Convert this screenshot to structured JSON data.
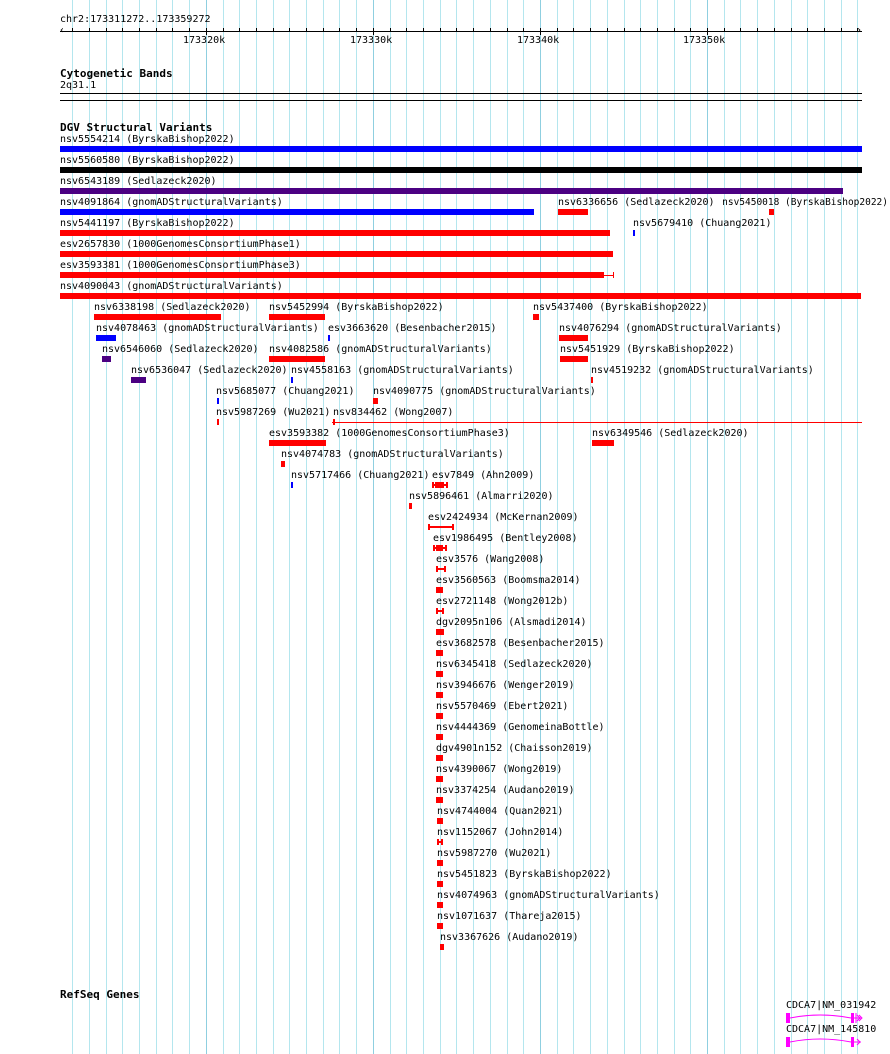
{
  "ruler": {
    "location": "chr2:173311272..173359272",
    "ticks": [
      "173320k",
      "173330k",
      "173340k",
      "173350k"
    ]
  },
  "cytobands": {
    "title": "Cytogenetic Bands",
    "band": "2q31.1"
  },
  "dgv": {
    "title": "DGV Structural Variants",
    "colors": {
      "red": "#ff0000",
      "blue": "#0000ff",
      "black": "#000000",
      "indigo": "#4b0082"
    },
    "variants": [
      {
        "label": "nsv5554214 (ByrskaBishop2022)",
        "color": "#0000ff"
      },
      {
        "label": "nsv5560580 (ByrskaBishop2022)",
        "color": "#000000"
      },
      {
        "label": "nsv6543189 (Sedlazeck2020)",
        "color": "#4b0082"
      },
      {
        "label": "nsv4091864 (gnomADStructuralVariants)",
        "color": "#0000ff"
      },
      {
        "label": "nsv6336656 (Sedlazeck2020)",
        "color": "#ff0000"
      },
      {
        "label": "nsv5450018 (ByrskaBishop2022)",
        "color": "#ff0000"
      },
      {
        "label": "nsv5441197 (ByrskaBishop2022)",
        "color": "#ff0000"
      },
      {
        "label": "nsv5679410 (Chuang2021)",
        "color": "#0000ff"
      },
      {
        "label": "esv2657830 (1000GenomesConsortiumPhase1)",
        "color": "#ff0000"
      },
      {
        "label": "esv3593381 (1000GenomesConsortiumPhase3)",
        "color": "#ff0000"
      },
      {
        "label": "nsv4090043 (gnomADStructuralVariants)",
        "color": "#ff0000"
      },
      {
        "label": "nsv6338198 (Sedlazeck2020)",
        "color": "#ff0000"
      },
      {
        "label": "nsv5452994 (ByrskaBishop2022)",
        "color": "#ff0000"
      },
      {
        "label": "nsv5437400 (ByrskaBishop2022)",
        "color": "#ff0000"
      },
      {
        "label": "nsv4078463 (gnomADStructuralVariants)",
        "color": "#0000ff"
      },
      {
        "label": "esv3663620 (Besenbacher2015)",
        "color": "#0000ff"
      },
      {
        "label": "nsv4076294 (gnomADStructuralVariants)",
        "color": "#ff0000"
      },
      {
        "label": "nsv6546060 (Sedlazeck2020)",
        "color": "#4b0082"
      },
      {
        "label": "nsv4082586 (gnomADStructuralVariants)",
        "color": "#ff0000"
      },
      {
        "label": "nsv5451929 (ByrskaBishop2022)",
        "color": "#ff0000"
      },
      {
        "label": "nsv6536047 (Sedlazeck2020)",
        "color": "#4b0082"
      },
      {
        "label": "nsv4558163 (gnomADStructuralVariants)",
        "color": "#0000ff"
      },
      {
        "label": "nsv4519232 (gnomADStructuralVariants)",
        "color": "#ff0000"
      },
      {
        "label": "nsv5685077 (Chuang2021)",
        "color": "#0000ff"
      },
      {
        "label": "nsv4090775 (gnomADStructuralVariants)",
        "color": "#ff0000"
      },
      {
        "label": "nsv5987269 (Wu2021)",
        "color": "#ff0000"
      },
      {
        "label": "nsv834462 (Wong2007)",
        "color": "#ff0000"
      },
      {
        "label": "esv3593382 (1000GenomesConsortiumPhase3)",
        "color": "#ff0000"
      },
      {
        "label": "nsv6349546 (Sedlazeck2020)",
        "color": "#ff0000"
      },
      {
        "label": "nsv4074783 (gnomADStructuralVariants)",
        "color": "#ff0000"
      },
      {
        "label": "nsv5717466 (Chuang2021)",
        "color": "#0000ff"
      },
      {
        "label": "esv7849 (Ahn2009)",
        "color": "#ff0000"
      },
      {
        "label": "nsv5896461 (Almarri2020)",
        "color": "#ff0000"
      },
      {
        "label": "esv2424934 (McKernan2009)",
        "color": "#ff0000"
      },
      {
        "label": "esv1986495 (Bentley2008)",
        "color": "#ff0000"
      },
      {
        "label": "esv3576 (Wang2008)",
        "color": "#ff0000"
      },
      {
        "label": "esv3560563 (Boomsma2014)",
        "color": "#ff0000"
      },
      {
        "label": "esv2721148 (Wong2012b)",
        "color": "#ff0000"
      },
      {
        "label": "dgv2095n106 (Alsmadi2014)",
        "color": "#ff0000"
      },
      {
        "label": "esv3682578 (Besenbacher2015)",
        "color": "#ff0000"
      },
      {
        "label": "nsv6345418 (Sedlazeck2020)",
        "color": "#ff0000"
      },
      {
        "label": "nsv3946676 (Wenger2019)",
        "color": "#ff0000"
      },
      {
        "label": "nsv5570469 (Ebert2021)",
        "color": "#ff0000"
      },
      {
        "label": "nsv4444369 (GenomeinaBottle)",
        "color": "#ff0000"
      },
      {
        "label": "dgv4901n152 (Chaisson2019)",
        "color": "#ff0000"
      },
      {
        "label": "nsv4390067 (Wong2019)",
        "color": "#ff0000"
      },
      {
        "label": "nsv3374254 (Audano2019)",
        "color": "#ff0000"
      },
      {
        "label": "nsv4744004 (Quan2021)",
        "color": "#ff0000"
      },
      {
        "label": "nsv1152067 (John2014)",
        "color": "#ff0000"
      },
      {
        "label": "nsv5987270 (Wu2021)",
        "color": "#ff0000"
      },
      {
        "label": "nsv5451823 (ByrskaBishop2022)",
        "color": "#ff0000"
      },
      {
        "label": "nsv4074963 (gnomADStructuralVariants)",
        "color": "#ff0000"
      },
      {
        "label": "nsv1071637 (Thareja2015)",
        "color": "#ff0000"
      },
      {
        "label": "nsv3367626 (Audano2019)",
        "color": "#ff0000"
      }
    ]
  },
  "refseq": {
    "title": "RefSeq Genes",
    "color": "#ff00ff",
    "genes": [
      {
        "label": "CDCA7|NM_031942"
      },
      {
        "label": "CDCA7|NM_145810"
      }
    ]
  }
}
